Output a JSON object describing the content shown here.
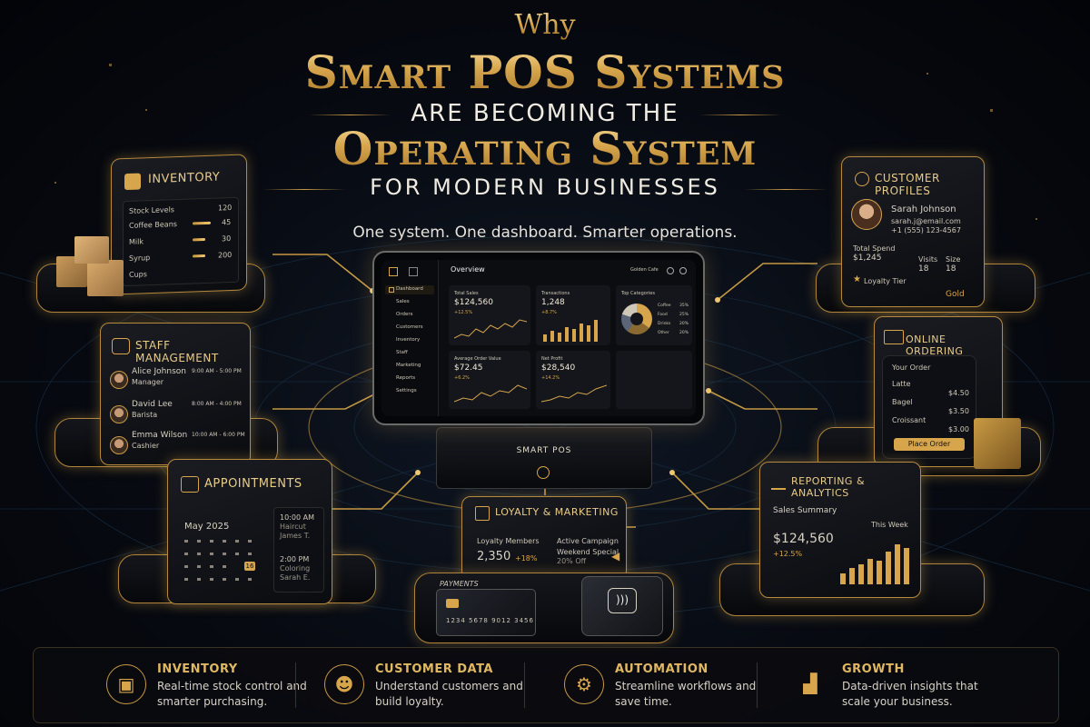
{
  "header": {
    "why": "Why",
    "line1": "Smart POS Systems",
    "line2": "ARE BECOMING THE",
    "line3": "Operating System",
    "line4": "FOR MODERN BUSINESSES",
    "tagline": "One system. One dashboard. Smarter operations."
  },
  "inventory_card": {
    "title": "INVENTORY",
    "header": "Stock Levels",
    "items": [
      {
        "name": "Coffee Beans",
        "qty": "45"
      },
      {
        "name": "Milk",
        "qty": "30"
      },
      {
        "name": "Syrup",
        "qty": "200"
      },
      {
        "name": "Cups",
        "qty": ""
      }
    ],
    "top_qty": "120"
  },
  "staff_card": {
    "title": "STAFF MANAGEMENT",
    "staff": [
      {
        "name": "Alice Johnson",
        "role": "Manager",
        "shift": "9:00 AM - 5:00 PM"
      },
      {
        "name": "David Lee",
        "role": "Barista",
        "shift": "8:00 AM - 4:00 PM"
      },
      {
        "name": "Emma Wilson",
        "role": "Cashier",
        "shift": "10:00 AM - 6:00 PM"
      }
    ]
  },
  "appointments_card": {
    "title": "APPOINTMENTS",
    "month": "May 2025",
    "highlight_day": "16",
    "slots": [
      {
        "time": "10:00 AM",
        "service": "Haircut",
        "client": "James T."
      },
      {
        "time": "2:00 PM",
        "service": "Coloring",
        "client": "Sarah E."
      }
    ]
  },
  "customer_card": {
    "title": "CUSTOMER PROFILES",
    "name": "Sarah Johnson",
    "email": "sarah.j@email.com",
    "phone": "+1 (555) 123-4567",
    "spend_label": "Total Spend",
    "spend_value": "$1,245",
    "visits_label": "Visits",
    "visits_value": "18",
    "size_label": "Size",
    "size_value": "18",
    "tier_label": "Loyalty Tier",
    "tier_value": "Gold"
  },
  "online_card": {
    "title": "ONLINE ORDERING",
    "header": "Your Order",
    "items": [
      {
        "name": "Latte",
        "price": "$4.50"
      },
      {
        "name": "Bagel",
        "price": "$3.50"
      },
      {
        "name": "Croissant",
        "price": "$3.00"
      }
    ],
    "button": "Place Order"
  },
  "reporting_card": {
    "title": "REPORTING & ANALYTICS",
    "summary": "Sales Summary",
    "period": "This Week",
    "value": "$124,560",
    "change": "+12.5%"
  },
  "loyalty_card": {
    "title": "LOYALTY & MARKETING",
    "members_label": "Loyalty Members",
    "members_value": "2,350",
    "members_change": "+18%",
    "campaign_label": "Active Campaign",
    "campaign_name": "Weekend Special",
    "campaign_offer": "20% Off"
  },
  "payments": {
    "label": "PAYMENTS",
    "card_number": "1234  5678  9012  3456"
  },
  "pos": {
    "overview": "Overview",
    "store": "Golden Cafe",
    "nav": [
      "Dashboard",
      "Sales",
      "Orders",
      "Customers",
      "Inventory",
      "Staff",
      "Marketing",
      "Reports",
      "Settings"
    ],
    "total_sales_label": "Total Sales",
    "total_sales_value": "$124,560",
    "total_sales_change": "+12.5%",
    "transactions_label": "Transactions",
    "transactions_value": "1,248",
    "transactions_change": "+8.7%",
    "top_categories_label": "Top Categories",
    "categories": [
      {
        "name": "Coffee",
        "pct": "35%"
      },
      {
        "name": "Food",
        "pct": "25%"
      },
      {
        "name": "Drinks",
        "pct": "20%"
      },
      {
        "name": "Other",
        "pct": "20%"
      }
    ],
    "aov_label": "Average Order Value",
    "aov_value": "$72.45",
    "aov_change": "+6.2%",
    "profit_label": "Net Profit",
    "profit_value": "$28,540",
    "profit_change": "+14.2%",
    "brand": "SMART POS"
  },
  "features": [
    {
      "title": "INVENTORY",
      "desc": "Real-time stock control and smarter purchasing.",
      "icon": "box-icon"
    },
    {
      "title": "CUSTOMER DATA",
      "desc": "Understand customers and build loyalty.",
      "icon": "user-icon"
    },
    {
      "title": "AUTOMATION",
      "desc": "Streamline workflows and save time.",
      "icon": "gear-icon"
    },
    {
      "title": "GROWTH",
      "desc": "Data-driven insights that scale your business.",
      "icon": "chart-icon"
    }
  ],
  "colors": {
    "accent_gold": "#d6a54c",
    "background": "#05070c"
  }
}
